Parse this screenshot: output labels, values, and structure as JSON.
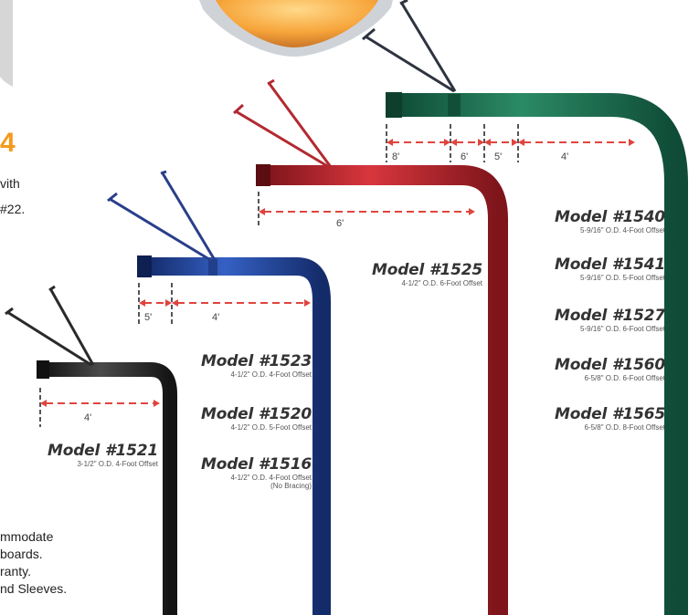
{
  "colors": {
    "green_pole": "#1a6a4e",
    "red_pole": "#b3262d",
    "blue_pole": "#1f3f93",
    "black_pole": "#2d2d2d",
    "dimension_line": "#e0443e",
    "accent_orange": "#f39a1e"
  },
  "fragments": {
    "orange_char": "4",
    "left_text_1": "vith",
    "left_text_2": "#22."
  },
  "poles": [
    {
      "id": "green",
      "dimensions": [
        "8'",
        "6'",
        "5'",
        "4'"
      ],
      "models": [
        {
          "name": "Model #1540",
          "spec": "5-9/16\" O.D. 4-Foot Offset"
        },
        {
          "name": "Model #1541",
          "spec": "5-9/16\" O.D. 5-Foot Offset"
        },
        {
          "name": "Model #1527",
          "spec": "5-9/16\" O.D. 6-Foot Offset"
        },
        {
          "name": "Model #1560",
          "spec": "6-5/8\" O.D. 6-Foot Offset"
        },
        {
          "name": "Model #1565",
          "spec": "6-5/8\" O.D. 8-Foot Offset"
        }
      ]
    },
    {
      "id": "red",
      "dimensions": [
        "6'"
      ],
      "models": [
        {
          "name": "Model #1525",
          "spec": "4-1/2\" O.D. 6-Foot Offset"
        }
      ]
    },
    {
      "id": "blue",
      "dimensions": [
        "5'",
        "4'"
      ],
      "models": [
        {
          "name": "Model #1523",
          "spec": "4-1/2\" O.D. 4-Foot Offset"
        },
        {
          "name": "Model #1520",
          "spec": "4-1/2\" O.D. 5-Foot Offset"
        },
        {
          "name": "Model #1516",
          "spec": "4-1/2\" O.D. 4-Foot Offset",
          "note": "(No Bracing)"
        }
      ]
    },
    {
      "id": "black",
      "dimensions": [
        "4'"
      ],
      "models": [
        {
          "name": "Model #1521",
          "spec": "3-1/2\" O.D. 4-Foot Offset"
        }
      ]
    }
  ],
  "bottom_text": [
    "mmodate",
    "boards.",
    "ranty.",
    "nd Sleeves."
  ]
}
